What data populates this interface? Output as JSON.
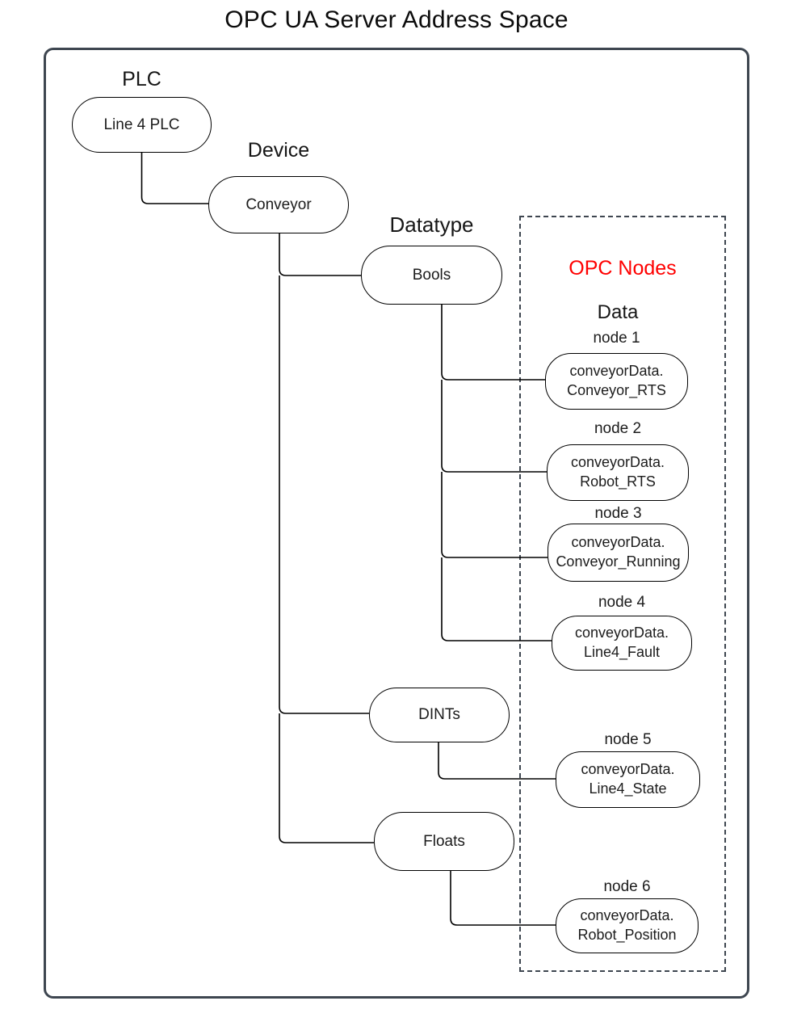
{
  "title": "OPC UA Server Address Space",
  "colors": {
    "accent_red": "#FF0000",
    "container_border": "#3E4650",
    "line": "#000000"
  },
  "labels": {
    "plc": "PLC",
    "device": "Device",
    "datatype": "Datatype",
    "opc_nodes": "OPC Nodes",
    "data": "Data"
  },
  "tree": {
    "plc": "Line 4 PLC",
    "device": "Conveyor",
    "datatypes": {
      "bools": "Bools",
      "dints": "DINTs",
      "floats": "Floats"
    }
  },
  "opc_nodes": [
    {
      "label": "node 1",
      "line1": "conveyorData.",
      "line2": "Conveyor_RTS"
    },
    {
      "label": "node 2",
      "line1": "conveyorData.",
      "line2": "Robot_RTS"
    },
    {
      "label": "node 3",
      "line1": "conveyorData.",
      "line2": "Conveyor_Running"
    },
    {
      "label": "node 4",
      "line1": "conveyorData.",
      "line2": "Line4_Fault"
    },
    {
      "label": "node 5",
      "line1": "conveyorData.",
      "line2": "Line4_State"
    },
    {
      "label": "node 6",
      "line1": "conveyorData.",
      "line2": "Robot_Position"
    }
  ]
}
